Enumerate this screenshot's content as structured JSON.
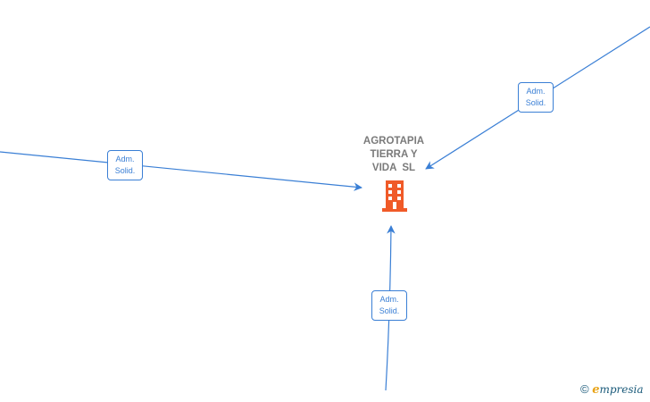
{
  "company": {
    "name_lines": [
      "AGROTAPIA",
      "TIERRA Y",
      "VIDA  SL"
    ],
    "icon": "building-icon",
    "icon_color": "#f05a28"
  },
  "relations": [
    {
      "id": "left",
      "line1": "Adm.",
      "line2": "Solid."
    },
    {
      "id": "top-right",
      "line1": "Adm.",
      "line2": "Solid."
    },
    {
      "id": "bottom",
      "line1": "Adm.",
      "line2": "Solid."
    }
  ],
  "colors": {
    "edge": "#3a7fd5",
    "label_text": "#3a7fd5",
    "name_text": "#7a7a7a"
  },
  "watermark": {
    "copyright": "©",
    "brand_initial": "e",
    "brand_rest": "mpresia"
  }
}
